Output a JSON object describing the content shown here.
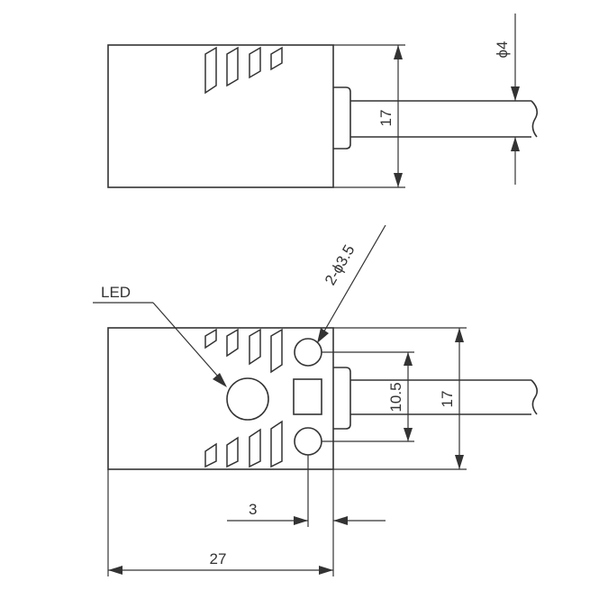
{
  "diagram": {
    "dimensions": {
      "cable_diameter": "ϕ4",
      "side_height": "17",
      "hole_spec": "2-ϕ3.5",
      "led_label": "LED",
      "hole_spacing": "10.5",
      "front_height": "17",
      "hole_offset": "3",
      "body_length": "27"
    }
  }
}
